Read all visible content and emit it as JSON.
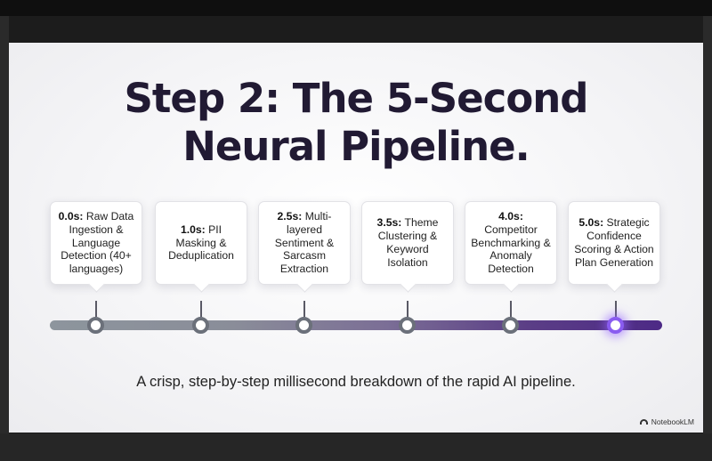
{
  "slide": {
    "title_line1": "Step 2: The 5-Second",
    "title_line2": "Neural Pipeline.",
    "subtitle": "A crisp, step-by-step millisecond breakdown of the rapid AI pipeline.",
    "brand": "NotebookLM",
    "brand_icon": "notebooklm-logo-icon"
  },
  "steps": [
    {
      "time": "0.0s:",
      "text": "Raw Data Ingestion & Language Detection (40+ languages)"
    },
    {
      "time": "1.0s:",
      "text": "PII Masking & Deduplication"
    },
    {
      "time": "2.5s:",
      "text": "Multi-layered Sentiment & Sarcasm Extraction"
    },
    {
      "time": "3.5s:",
      "text": "Theme Clustering & Keyword Isolation"
    },
    {
      "time": "4.0s:",
      "text": "Competitor Benchmarking & Anomaly Detection"
    },
    {
      "time": "5.0s:",
      "text": "Strategic Confidence Scoring & Action Plan Generation"
    }
  ],
  "colors": {
    "title": "#211a33",
    "track_start": "#8d959d",
    "track_end": "#4d2a86",
    "active_node": "#8a5cf0"
  },
  "active_step": 5
}
